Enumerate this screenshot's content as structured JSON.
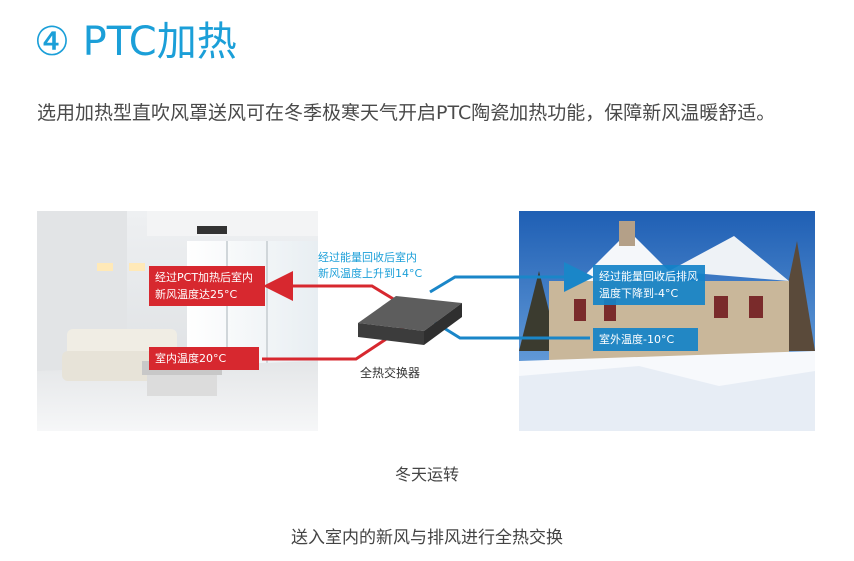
{
  "heading": {
    "number": "④",
    "title": "PTC加热"
  },
  "description": "选用加热型直吹风罩送风可在冬季极寒天气开启PTC陶瓷加热功能，保障新风温暖舒适。",
  "diagram": {
    "indoor_label_top": [
      "经过PCT加热后室内",
      "新风温度达25°C"
    ],
    "indoor_label_bottom": "室内温度20°C",
    "recovery_note": [
      "经过能量回收后室内",
      "新风温度上升到14°C"
    ],
    "exchanger_label": "全热交换器",
    "outdoor_label_top": [
      "经过能量回收后排风",
      "温度下降到-4°C"
    ],
    "outdoor_label_bottom": "室外温度-10°C",
    "colors": {
      "warm": "#d7282f",
      "cool": "#1a86c8",
      "accent": "#1b9fd8"
    }
  },
  "caption_mode": "冬天运转",
  "caption_summary": "送入室内的新风与排风进行全热交换"
}
